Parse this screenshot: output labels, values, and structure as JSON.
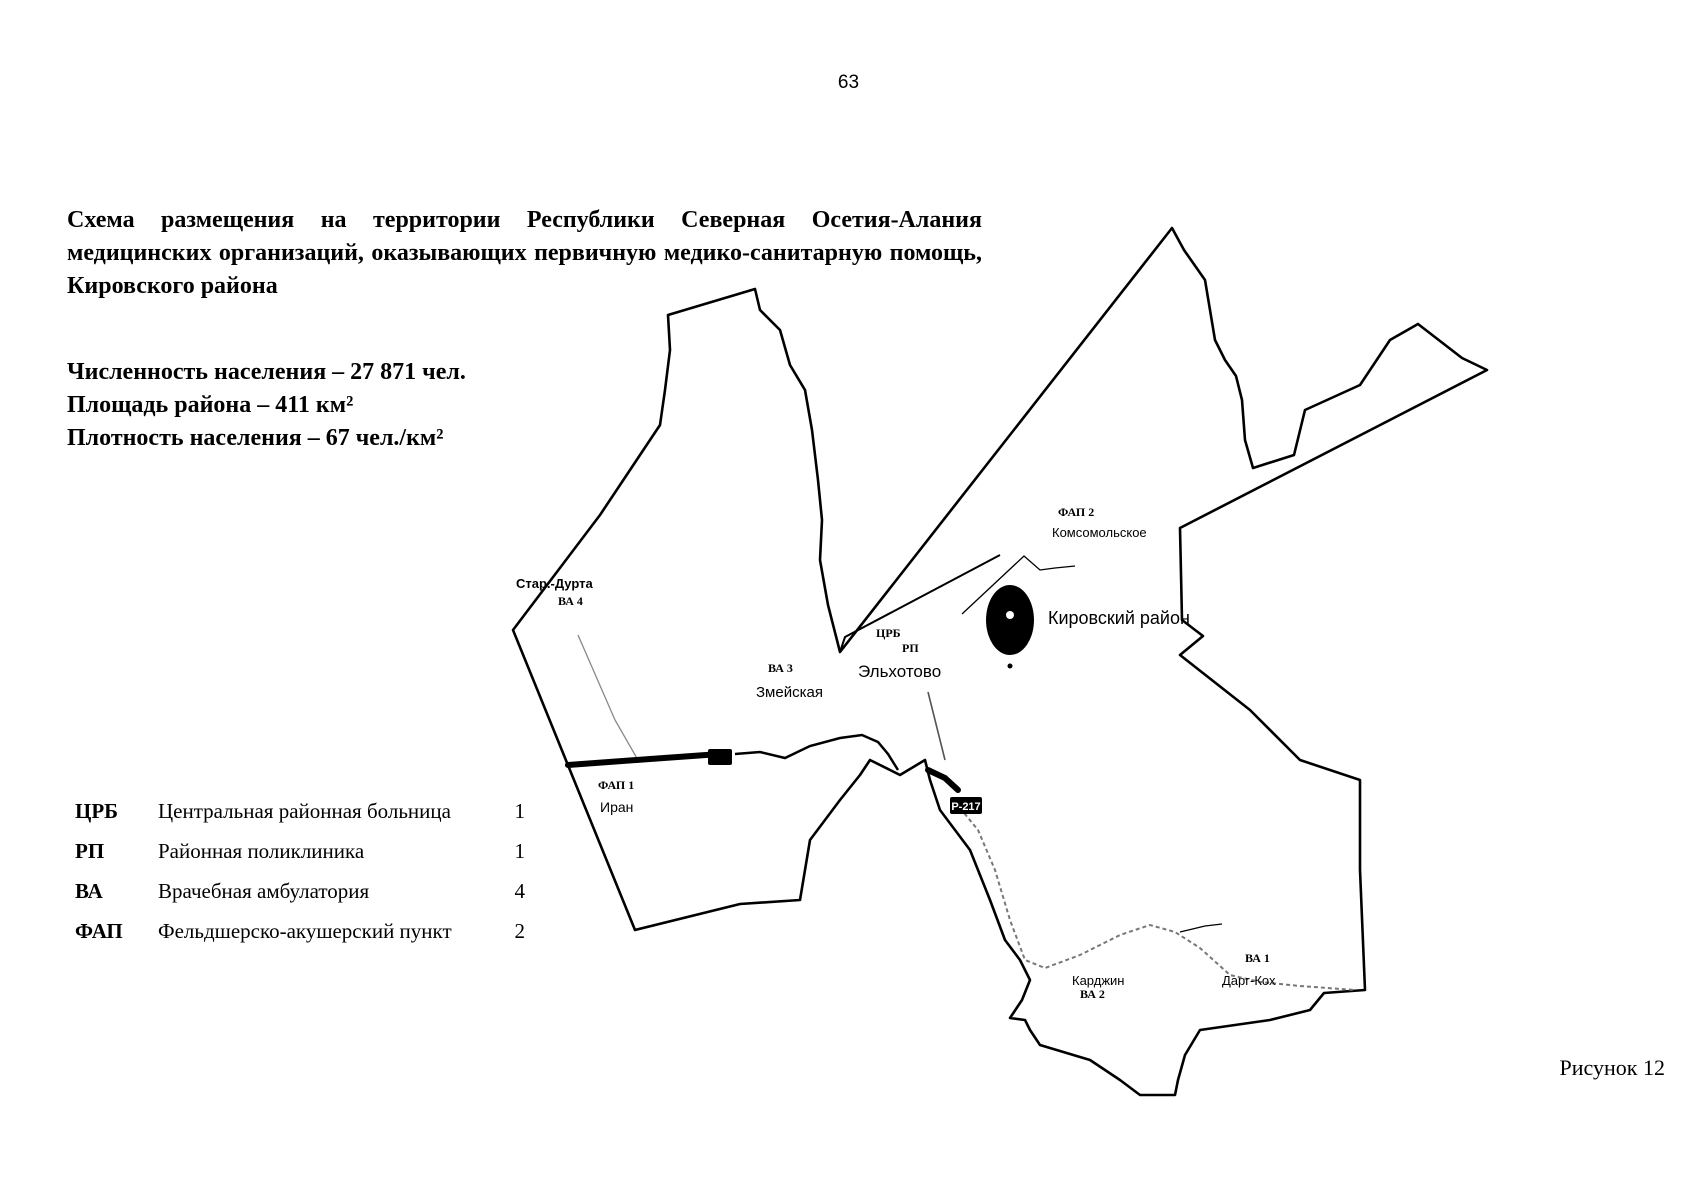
{
  "page_number": "63",
  "title": "Схема размещения на территории Республики Северная Осетия-Алания медицинских организаций, оказывающих первичную медико-санитарную помощь, Кировского района",
  "stats": {
    "population": "Численность населения – 27 871 чел.",
    "area": "Площадь района – 411 км²",
    "density": "Плотность населения – 67 чел./км²"
  },
  "legend": [
    {
      "abbr": "ЦРБ",
      "description": "Центральная районная больница",
      "count": "1"
    },
    {
      "abbr": "РП",
      "description": "Районная поликлиника",
      "count": "1"
    },
    {
      "abbr": "ВА",
      "description": "Врачебная амбулатория",
      "count": "4"
    },
    {
      "abbr": "ФАП",
      "description": "Фельдшерско-акушерский пункт",
      "count": "2"
    }
  ],
  "map": {
    "district_name": "Кировский район",
    "road_label": "Р-217",
    "facilities": {
      "fap2": {
        "code": "ФАП 2",
        "village": "Комсомольское"
      },
      "va4": {
        "code": "ВА 4",
        "village": "Стар.-Дурта"
      },
      "va3": {
        "code": "ВА 3",
        "village": "Змейская"
      },
      "crb": {
        "code1": "ЦРБ",
        "code2": "РП",
        "village": "Эльхотово"
      },
      "fap1": {
        "code": "ФАП 1",
        "village": "Иран"
      },
      "va2": {
        "code": "ВА 2",
        "village": "Карджин"
      },
      "va1": {
        "code": "ВА 1",
        "village": "Дарг-Кох"
      }
    }
  },
  "figure_caption": "Рисунок 12",
  "colors": {
    "ink": "#000000",
    "background": "#ffffff",
    "road_gray": "#888888"
  }
}
